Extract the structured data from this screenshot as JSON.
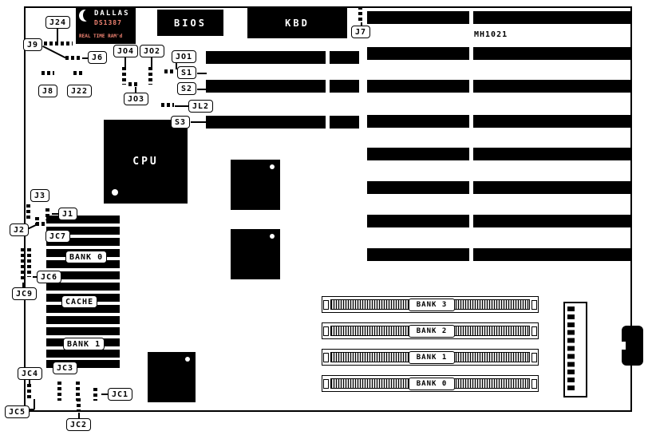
{
  "diagram": {
    "board_model": "MH1021",
    "dallas_chip": {
      "brand": "DALLAS",
      "part": "DS1387",
      "tagline": "REAL TIME RAM'd"
    },
    "chips": {
      "bios": "BIOS",
      "kbd": "KBD",
      "cpu": "CPU"
    },
    "memory_labels": {
      "bank0": "BANK 0",
      "cache": "CACHE",
      "bank1": "BANK 1"
    },
    "simm_slots": [
      "BANK 3",
      "BANK 2",
      "BANK 1",
      "BANK 0"
    ],
    "jumpers": {
      "j24": "J24",
      "j9": "J9",
      "j6": "J6",
      "j8": "J8",
      "j22": "J22",
      "jo1": "JO1",
      "jo2": "JO2",
      "jo3": "JO3",
      "jo4": "JO4",
      "jl2": "JL2",
      "j7": "J7",
      "s1": "S1",
      "s2": "S2",
      "s3": "S3",
      "j1": "J1",
      "j2": "J2",
      "j3": "J3",
      "jc1": "JC1",
      "jc2": "JC2",
      "jc3": "JC3",
      "jc4": "JC4",
      "jc5": "JC5",
      "jc6": "JC6",
      "jc7": "JC7",
      "jc9": "JC9"
    },
    "colors": {
      "chip": "#000000",
      "accent_red": "#f08372",
      "background": "#ffffff"
    }
  }
}
